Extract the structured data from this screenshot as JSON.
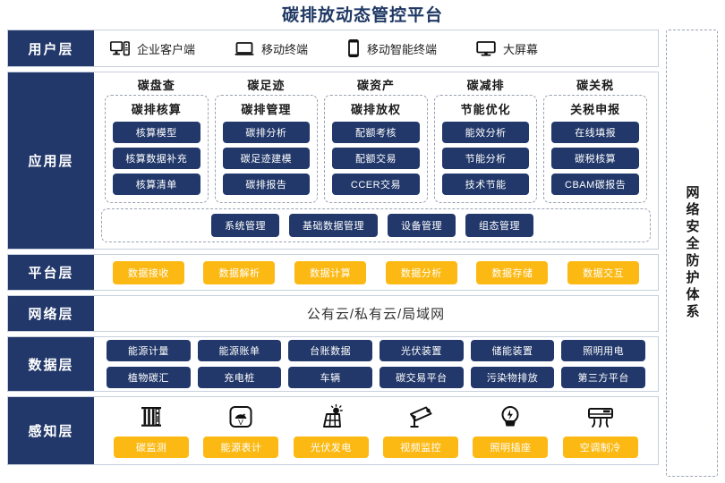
{
  "page": {
    "title": "碳排放动态管控平台",
    "colors": {
      "navy": "#22386a",
      "orange": "#fcb913",
      "title": "#1f3864",
      "dashed_border": "#9aa3b3"
    }
  },
  "security_panel": {
    "label": "网络安全防护体系"
  },
  "layers": {
    "user": {
      "label": "用户层",
      "items": [
        {
          "icon": "desktop-tower-icon",
          "label": "企业客户端"
        },
        {
          "icon": "laptop-icon",
          "label": "移动终端"
        },
        {
          "icon": "smartphone-icon",
          "label": "移动智能终端"
        },
        {
          "icon": "monitor-icon",
          "label": "大屏幕"
        }
      ]
    },
    "application": {
      "label": "应用层",
      "columns": [
        {
          "title": "碳盘查",
          "box_title": "碳排核算",
          "items": [
            "核算模型",
            "核算数据补充",
            "核算清单"
          ]
        },
        {
          "title": "碳足迹",
          "box_title": "碳排管理",
          "items": [
            "碳排分析",
            "碳足迹建模",
            "碳排报告"
          ]
        },
        {
          "title": "碳资产",
          "box_title": "碳排放权",
          "items": [
            "配额考核",
            "配额交易",
            "CCER交易"
          ]
        },
        {
          "title": "碳减排",
          "box_title": "节能优化",
          "items": [
            "能效分析",
            "节能分析",
            "技术节能"
          ]
        },
        {
          "title": "碳关税",
          "box_title": "关税申报",
          "items": [
            "在线填报",
            "碳税核算",
            "CBAM碳报告"
          ]
        }
      ],
      "bottom_items": [
        "系统管理",
        "基础数据管理",
        "设备管理",
        "组态管理"
      ]
    },
    "platform": {
      "label": "平台层",
      "items": [
        "数据接收",
        "数据解析",
        "数据计算",
        "数据分析",
        "数据存储",
        "数据交互"
      ]
    },
    "network": {
      "label": "网络层",
      "text": "公有云/私有云/局域网"
    },
    "data": {
      "label": "数据层",
      "row1": [
        "能源计量",
        "能源账单",
        "台账数据",
        "光伏装置",
        "储能装置",
        "照明用电"
      ],
      "row2": [
        "植物碳汇",
        "充电桩",
        "车辆",
        "碳交易平台",
        "污染物排放",
        "第三方平台"
      ]
    },
    "perception": {
      "label": "感知层",
      "items": [
        {
          "icon": "carbon-sensor-icon",
          "label": "碳监测"
        },
        {
          "icon": "energy-meter-icon",
          "label": "能源表计"
        },
        {
          "icon": "solar-panel-icon",
          "label": "光伏发电"
        },
        {
          "icon": "cctv-camera-icon",
          "label": "视频监控"
        },
        {
          "icon": "light-bulb-icon",
          "label": "照明插座"
        },
        {
          "icon": "air-conditioner-icon",
          "label": "空调制冷"
        }
      ]
    }
  }
}
